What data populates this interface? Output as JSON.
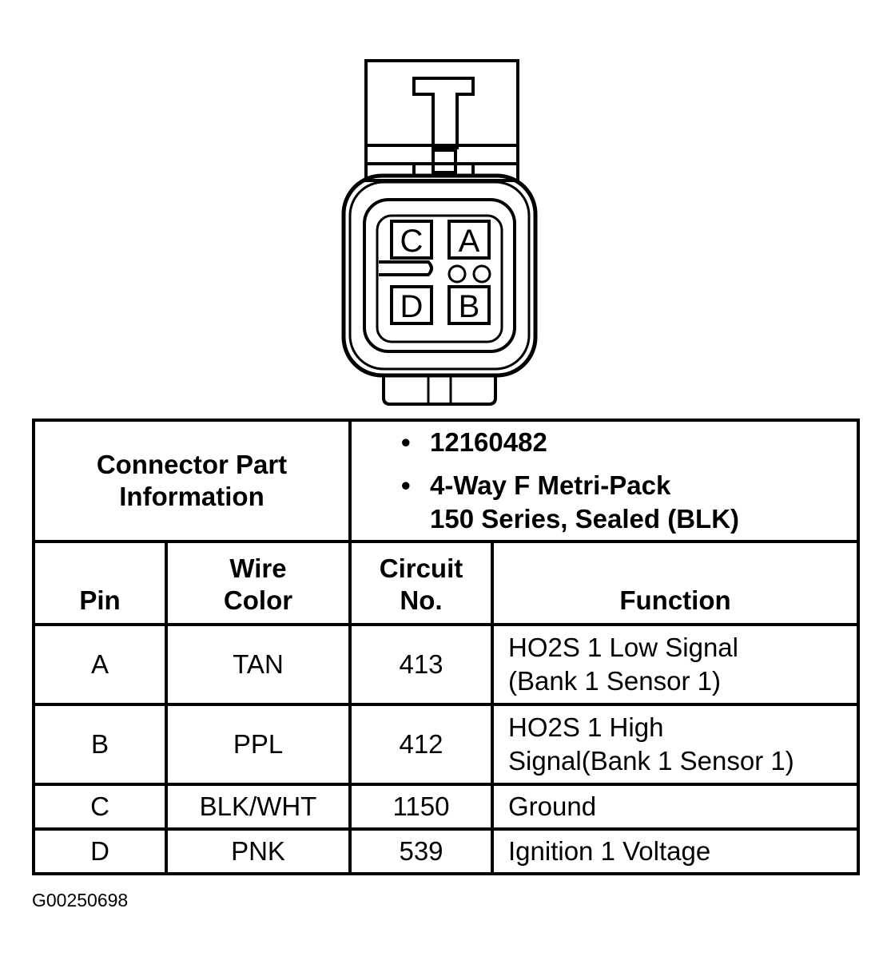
{
  "connector": {
    "pins": [
      {
        "label": "C",
        "position": "top-left"
      },
      {
        "label": "A",
        "position": "top-right"
      },
      {
        "label": "D",
        "position": "bottom-left"
      },
      {
        "label": "B",
        "position": "bottom-right"
      }
    ]
  },
  "table": {
    "part_info_label": "Connector Part Information",
    "part_info_items": [
      "12160482",
      "4-Way F Metri-Pack 150 Series, Sealed (BLK)"
    ],
    "part_info_item_1_line1": "4-Way F Metri-Pack",
    "part_info_item_1_line2": "150 Series, Sealed (BLK)",
    "bullet": "•",
    "headers": {
      "pin": "Pin",
      "wire_color_line1": "Wire",
      "wire_color_line2": "Color",
      "circuit_line1": "Circuit",
      "circuit_line2": "No.",
      "function": "Function"
    },
    "rows": [
      {
        "pin": "A",
        "wire_color": "TAN",
        "circuit": "413",
        "function_line1": "HO2S 1 Low Signal",
        "function_line2": "(Bank 1 Sensor 1)"
      },
      {
        "pin": "B",
        "wire_color": "PPL",
        "circuit": "412",
        "function_line1": "HO2S 1 High",
        "function_line2": "Signal(Bank 1 Sensor 1)"
      },
      {
        "pin": "C",
        "wire_color": "BLK/WHT",
        "circuit": "1150",
        "function_line1": "Ground",
        "function_line2": ""
      },
      {
        "pin": "D",
        "wire_color": "PNK",
        "circuit": "539",
        "function_line1": "Ignition 1 Voltage",
        "function_line2": ""
      }
    ]
  },
  "figure_id": "G00250698"
}
